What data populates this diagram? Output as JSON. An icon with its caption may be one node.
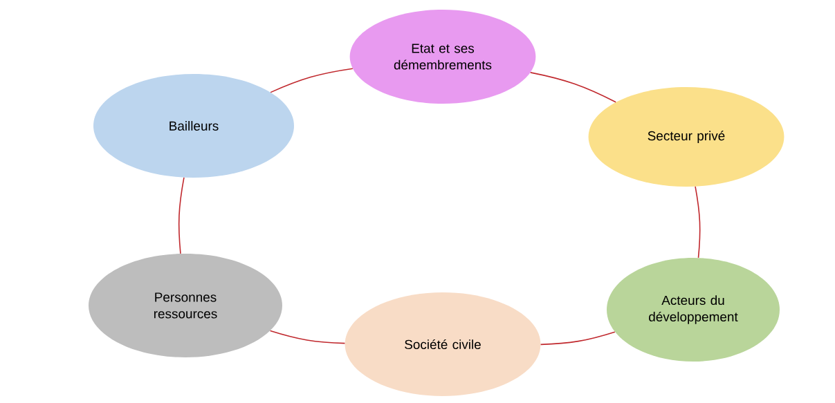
{
  "diagram": {
    "nodes": [
      {
        "text": [
          "Etat et ses démembrements"
        ]
      },
      {
        "text": [
          "Bailleurs"
        ]
      },
      {
        "text": [
          "Secteur privé"
        ]
      },
      {
        "text": [
          "Personnes ressources"
        ]
      },
      {
        "text": [
          "Acteurs du développement"
        ]
      },
      {
        "text": [
          "Société civile"
        ]
      }
    ],
    "edges": [
      {
        "from": 0,
        "to": 2,
        "arrow": "none"
      },
      {
        "from": 2,
        "to": 4,
        "arrow": "none"
      },
      {
        "from": 4,
        "to": 5,
        "arrow": "none"
      },
      {
        "from": 5,
        "to": 3,
        "arrow": "none"
      },
      {
        "from": 3,
        "to": 1,
        "arrow": "none"
      },
      {
        "from": 1,
        "to": 0,
        "arrow": "none"
      }
    ]
  }
}
